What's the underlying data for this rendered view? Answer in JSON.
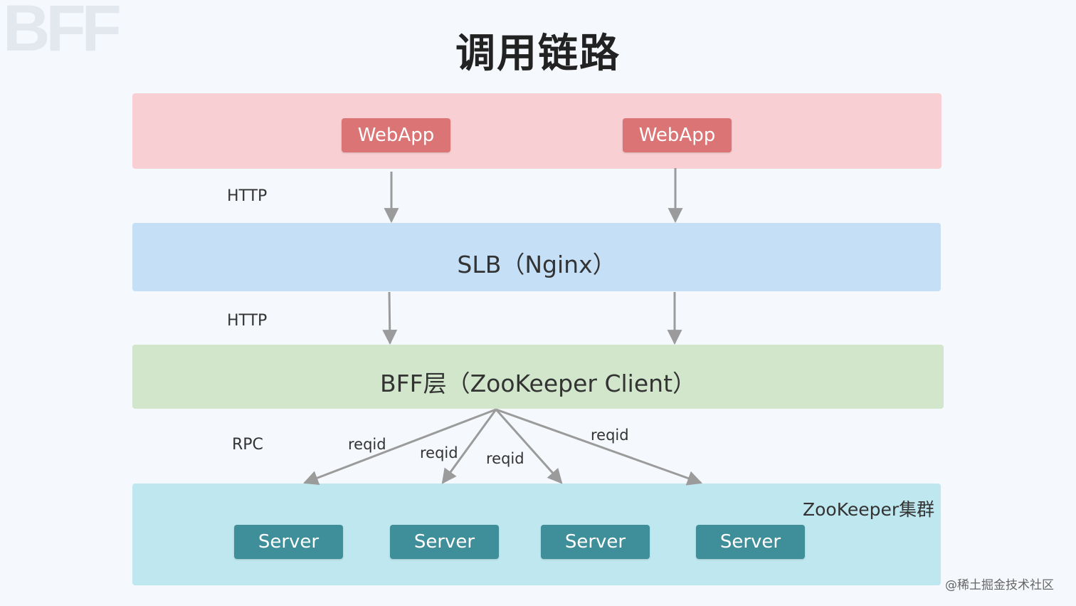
{
  "logo": "BFF",
  "title": "调用链路",
  "layers": {
    "web": {
      "buttons": [
        "WebApp",
        "WebApp"
      ]
    },
    "slb": {
      "label": "SLB（Nginx）"
    },
    "bff": {
      "label": "BFF层（ZooKeeper Client）"
    },
    "zk": {
      "label": "ZooKeeper集群",
      "buttons": [
        "Server",
        "Server",
        "Server",
        "Server"
      ]
    }
  },
  "protocols": {
    "web_to_slb": "HTTP",
    "slb_to_bff": "HTTP",
    "bff_to_zk": "RPC"
  },
  "edge_labels": [
    "reqid",
    "reqid",
    "reqid",
    "reqid"
  ],
  "colors": {
    "web_band": "#f8cfd2",
    "web_button": "#db7575",
    "slb_band": "#c5dff7",
    "bff_band": "#d1e6cb",
    "zk_band": "#bfe7ef",
    "server_button": "#3f8f9b",
    "arrow": "#9b9b9b"
  },
  "watermark": "@稀土掘金技术社区"
}
